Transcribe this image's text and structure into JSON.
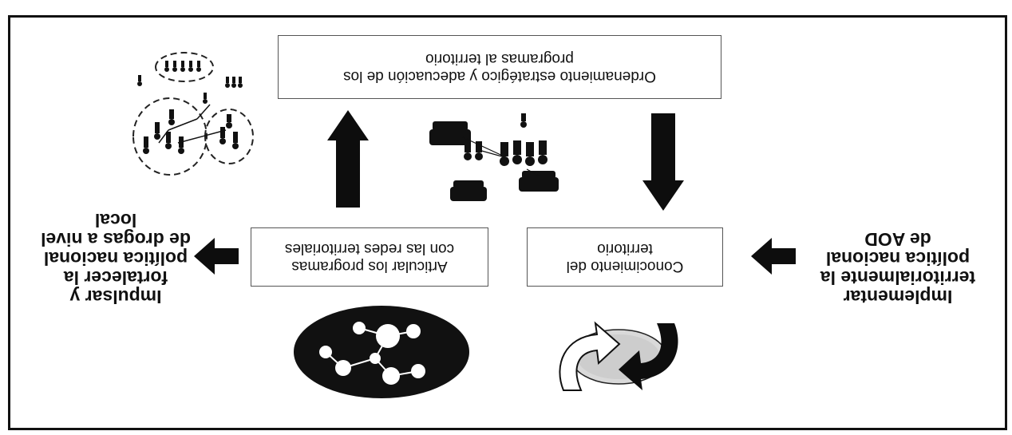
{
  "diagram": {
    "left_label": [
      "Implementar",
      "territorialmente la",
      "política nacional",
      "de AOD"
    ],
    "right_label": [
      "Impulsar y",
      "fortalecer la",
      "política nacional",
      "de drogas a nivel",
      "local"
    ],
    "box_conocimiento": [
      "Conocimiento del",
      "territorio"
    ],
    "box_articular": [
      "Articular los programas",
      "con las redes territoriales"
    ],
    "box_ordenamiento": [
      "Ordenamiento estratégico y adecuación de los",
      "programas al territorio"
    ]
  },
  "colors": {
    "arrow": "#0d0d0d",
    "border": "#555555",
    "text": "#111111",
    "network_oval": "#111111"
  },
  "icons": {
    "cycle": "cycle-arrows-icon",
    "network": "network-oval-icon",
    "people_transport": "people-transport-icon",
    "community_groups": "community-groups-icon"
  }
}
